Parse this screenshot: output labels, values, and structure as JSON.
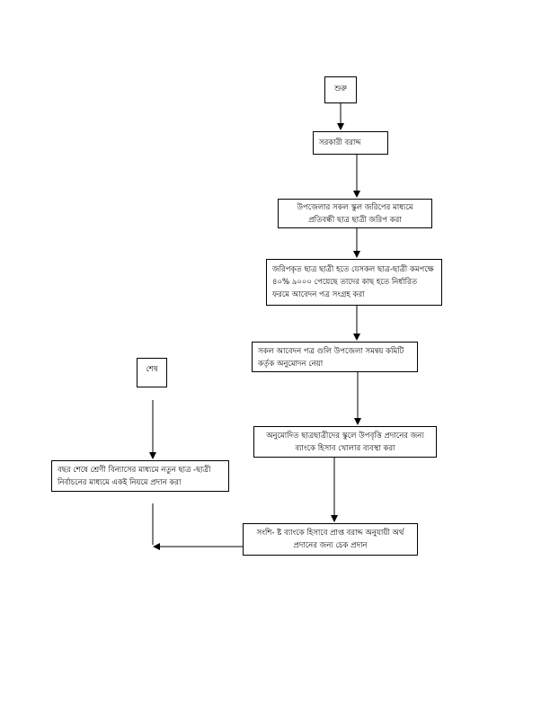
{
  "flowchart": {
    "nodes": {
      "start": "শুরু",
      "alloc": "সরকারী বরাদ্দ",
      "identify": "উপজেলার সকল স্কুল জরিপের মাধ্যমে প্রতিবন্ধী ছাত্র ছাত্রী জরিপ করা",
      "collect": "জরিপকৃত ছাত্র ছাত্রী  হতে যেসকল ছাত্র-ছাত্রী কমপক্ষে ৪০% ৯০০০ পেয়েছে তাদের কাছ হতে নির্ধারিত  ফরমে আবেদন পত্র সংগ্রহ করা",
      "approve": "সকল আবেদন পত্র গুলি উপজেলা সমন্বয় কমিটি কর্তৃক অনুমোদন নেয়া",
      "bank": "অনুমোদিত ছাত্রছাত্রীদের স্কুলে উপবৃত্তি প্রদানের জন্য ব্যাংকে হিসাব খোলার ব্যবস্থা করা",
      "cheque": "সংশি- ষ্ট ব্যাংকে হিসাবে প্রাপ্ত বরাদ্দ অনুযায়ী অর্থ প্রদানের জন্য চেক প্রদান",
      "end": "শেষ",
      "yearend": "বছর শেষে শ্রেণী বিন্যাসের মাধ্যমে নতুন ছাত্র -ছাত্রী নির্বাচনের মাধ্যমে একই নিয়মে প্রদান করা"
    }
  }
}
